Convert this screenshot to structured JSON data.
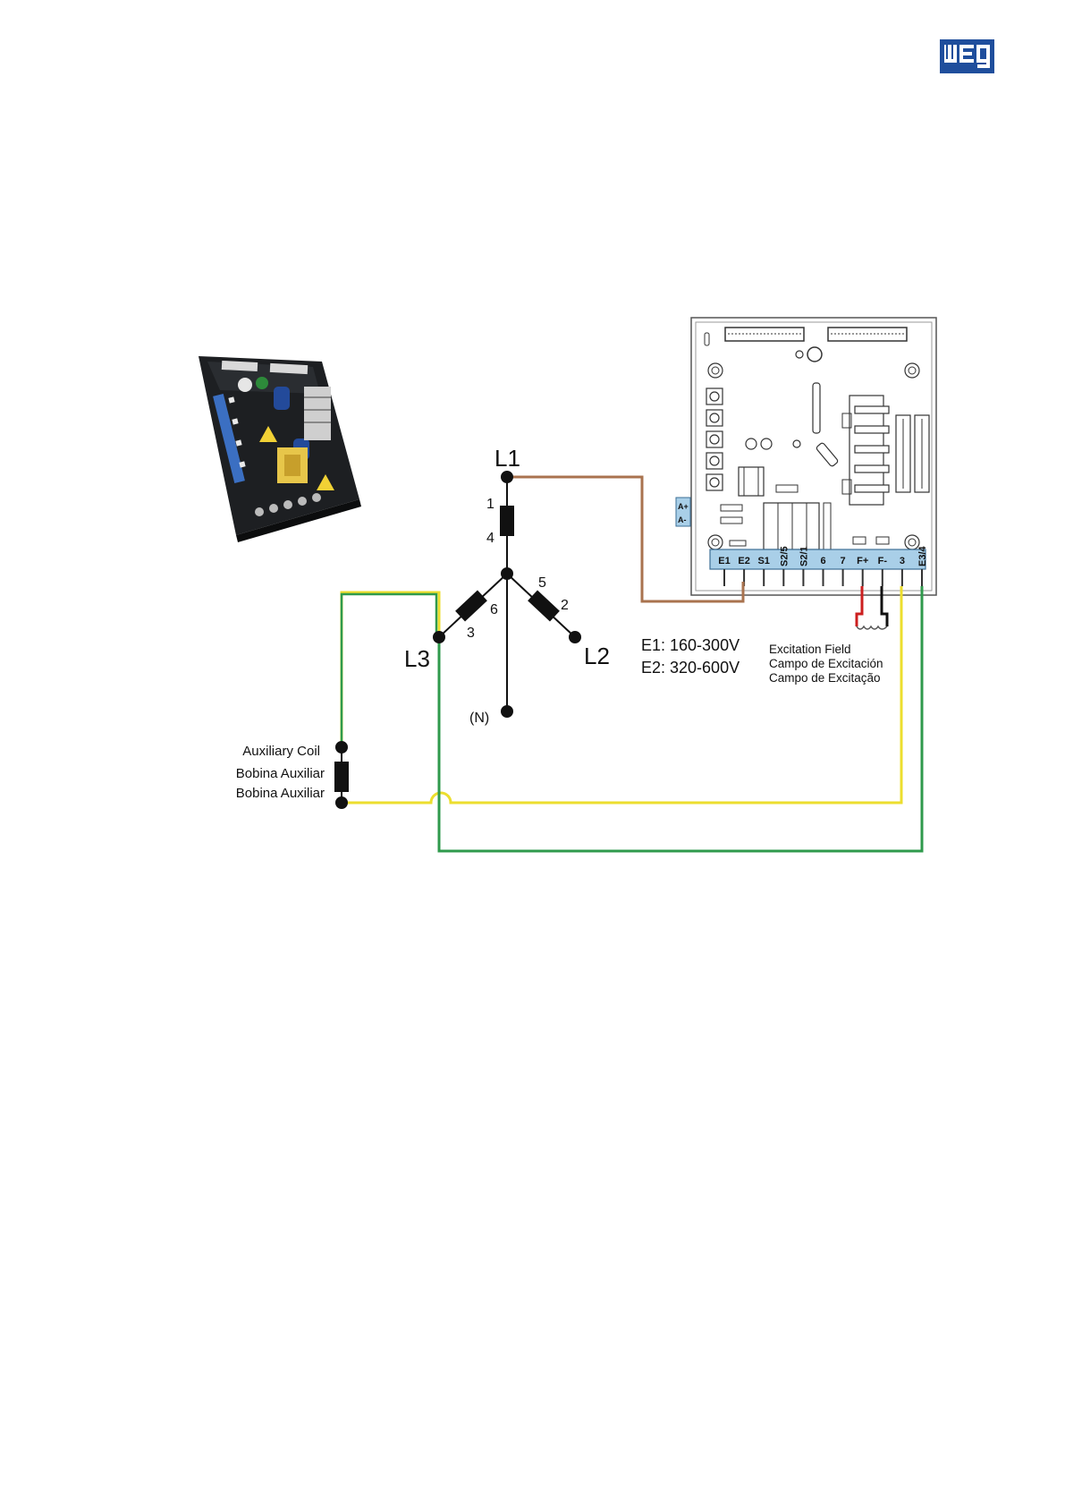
{
  "logo": {
    "text": "WEG",
    "color": "#1f4e9c"
  },
  "wye": {
    "phases": {
      "l1": "L1",
      "l2": "L2",
      "l3": "L3",
      "neutral": "(N)"
    },
    "winding_terminals": {
      "t1": "1",
      "t4": "4",
      "t5": "5",
      "t2": "2",
      "t6": "6",
      "t3": "3"
    }
  },
  "regulator": {
    "terminals": [
      "E1",
      "E2",
      "S1",
      "S2/5",
      "S2/1",
      "6",
      "7",
      "F+",
      "F-",
      "3",
      "E3/4"
    ],
    "analog_inputs": {
      "a_plus": "A+",
      "a_minus": "A-"
    }
  },
  "notes": {
    "voltage_ranges": [
      "E1: 160-300V",
      "E2: 320-600V"
    ],
    "excitation_field": [
      "Excitation Field",
      "Campo de Excitación",
      "Campo de Excitação"
    ],
    "auxiliary_coil": [
      "Auxiliary Coil",
      "Bobina Auxiliar",
      "Bobina Auxiliar"
    ]
  },
  "wire_colors": {
    "brown": "#a9734f",
    "yellow": "#ecde2e",
    "green": "#2f9a4c",
    "red": "#cc1f1f",
    "black": "#111111",
    "terminal_block": "#a9cfe8"
  }
}
